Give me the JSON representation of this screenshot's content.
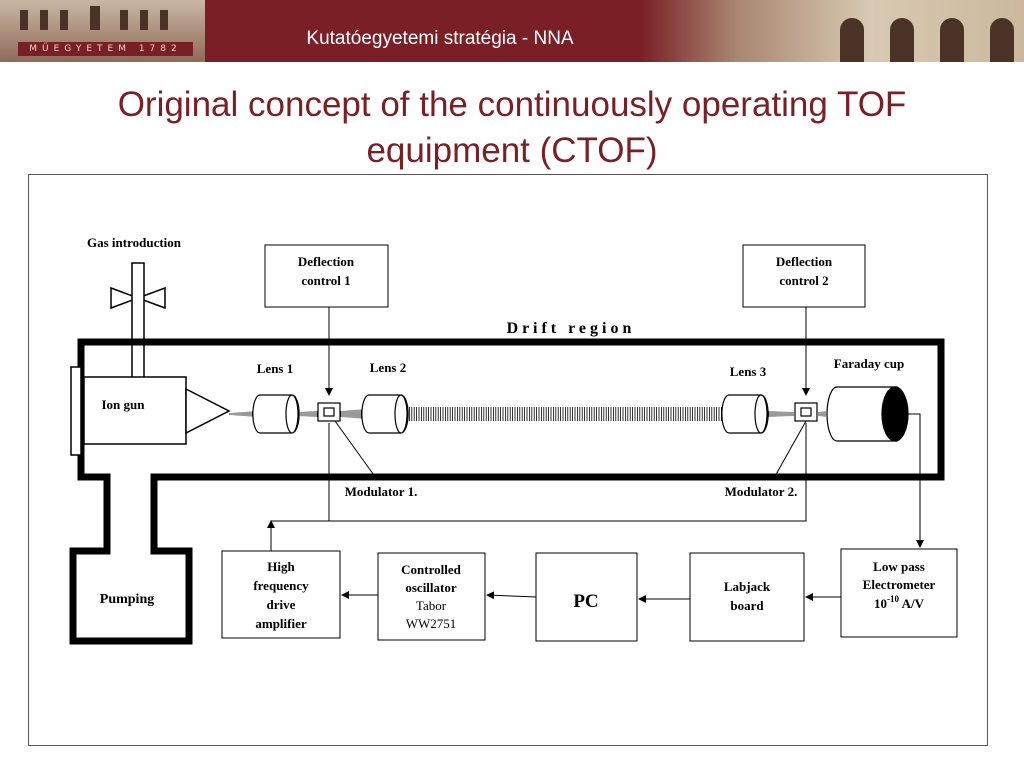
{
  "header": {
    "crest_text": "MŰEGYETEM 1782",
    "title": "Kutatóegyetemi stratégia - NNA",
    "color": "#7a1f25"
  },
  "slide": {
    "title": "Original concept of the continuously operating TOF equipment (CTOF)"
  },
  "diagram": {
    "gas_label": "Gas introduction",
    "deflection1": [
      "Deflection",
      "control 1"
    ],
    "deflection2": [
      "Deflection",
      "control 2"
    ],
    "drift_label": "D r i f t   r e g i o n",
    "lens1": "Lens 1",
    "lens2": "Lens 2",
    "lens3": "Lens 3",
    "faraday": "Faraday cup",
    "ion_gun": "Ion gun",
    "modulator1": "Modulator 1.",
    "modulator2": "Modulator 2.",
    "pumping": "Pumping",
    "hf_amp": [
      "High",
      "frequency",
      "drive",
      "amplifier"
    ],
    "oscillator": [
      "Controlled",
      "oscillator",
      "Tabor",
      "WW2751"
    ],
    "pc": "PC",
    "labjack": [
      "Labjack",
      "board"
    ],
    "electrometer": [
      "Low pass",
      "Electrometer",
      "10",
      "-10",
      " A/V"
    ]
  }
}
